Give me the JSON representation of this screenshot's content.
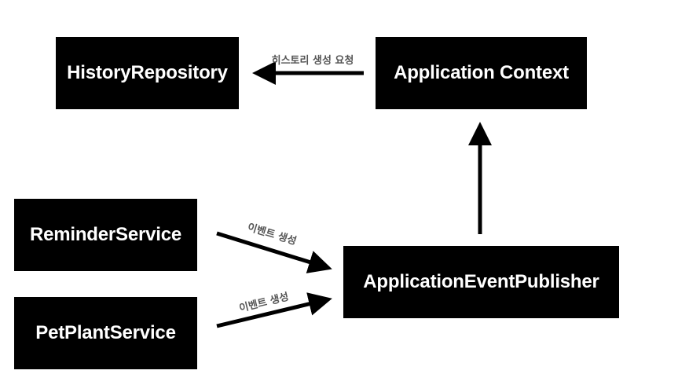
{
  "nodes": {
    "history_repository": "HistoryRepository",
    "application_context": "Application Context",
    "reminder_service": "ReminderService",
    "pet_plant_service": "PetPlantService",
    "application_event_publisher": "ApplicationEventPublisher"
  },
  "edges": {
    "context_to_history": "히스토리 생성 요청",
    "reminder_to_publisher": "이벤트 생성",
    "petplant_to_publisher": "이벤트 생성"
  },
  "colors": {
    "node_fill": "#000000",
    "node_text": "#ffffff",
    "arrow": "#000000",
    "edge_label": "#555555"
  }
}
